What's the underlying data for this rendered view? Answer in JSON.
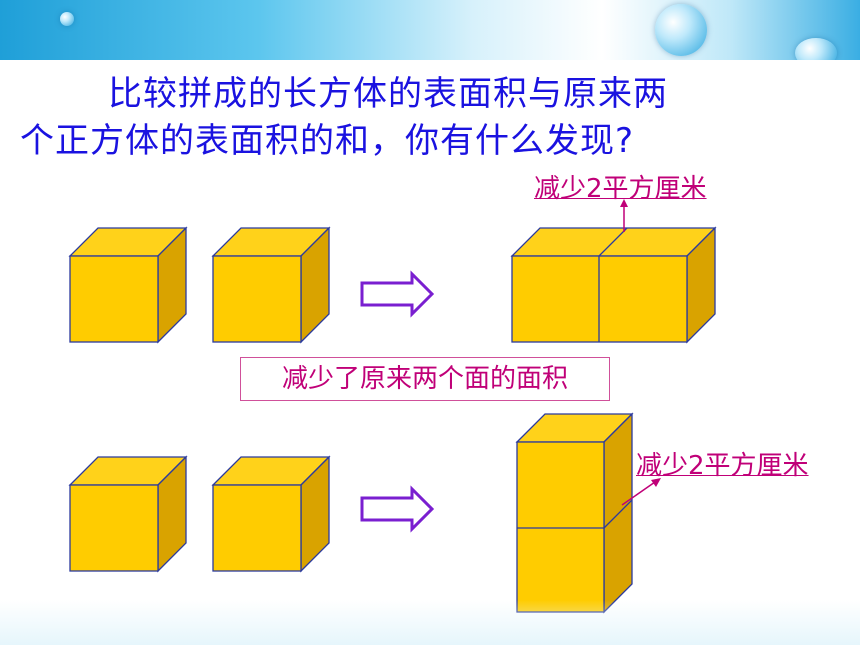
{
  "question": {
    "line1": "比较拼成的长方体的表面积与原来两",
    "line2": "个正方体的表面积的和，你有什么发现?"
  },
  "annotations": {
    "top_reduction": "减少2平方厘米",
    "summary": "减少了原来两个面的面积",
    "bottom_reduction": "减少2平方厘米"
  },
  "colors": {
    "question_text": "#1a12e0",
    "annotation": "#c00078",
    "cube_front": "#ffcc00",
    "cube_top": "#ffd21a",
    "cube_side": "#d9a300",
    "cube_edge": "#2b3a9e",
    "arrow_outline": "#7a1fd0"
  },
  "icons": [
    "hollow-right-arrow-icon",
    "pointer-arrow-icon"
  ]
}
